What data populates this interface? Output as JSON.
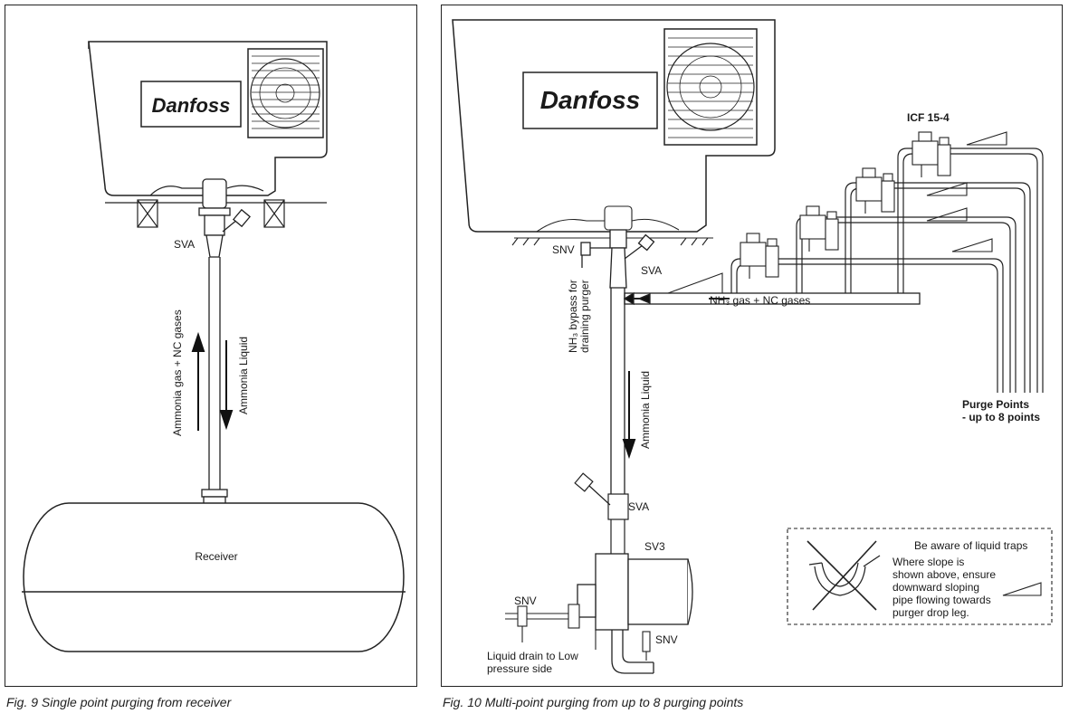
{
  "figure_left": {
    "caption": "Fig. 9  Single point purging from receiver",
    "brand": "Danfoss",
    "valve_label": "SVA",
    "up_arrow_label": "Ammonia gas + NC gases",
    "down_arrow_label": "Ammonia Liquid",
    "tank_label": "Receiver"
  },
  "figure_right": {
    "caption": "Fig. 10  Multi-point purging from up to 8 purging points",
    "brand": "Danfoss",
    "snv_top": "SNV",
    "sva_top": "SVA",
    "bypass_line1": "NH₃ bypass for",
    "bypass_line2": "draining purger",
    "gas_label": "NH₃ gas + NC gases",
    "icf_label": "ICF 15-4",
    "purge_line1": "Purge Points",
    "purge_line2": "- up to 8 points",
    "liquid_label": "Ammonia Liquid",
    "sva_bottom": "SVA",
    "sv3": "SV3",
    "snv_left": "SNV",
    "snv_right": "SNV",
    "drain_line1": "Liquid drain to Low",
    "drain_line2": "pressure side",
    "note_title": "Be aware of liquid traps",
    "note_line1": "Where slope is",
    "note_line2": "shown above, ensure",
    "note_line3": "downward sloping",
    "note_line4": "pipe flowing towards",
    "note_line5": "purger drop leg."
  }
}
